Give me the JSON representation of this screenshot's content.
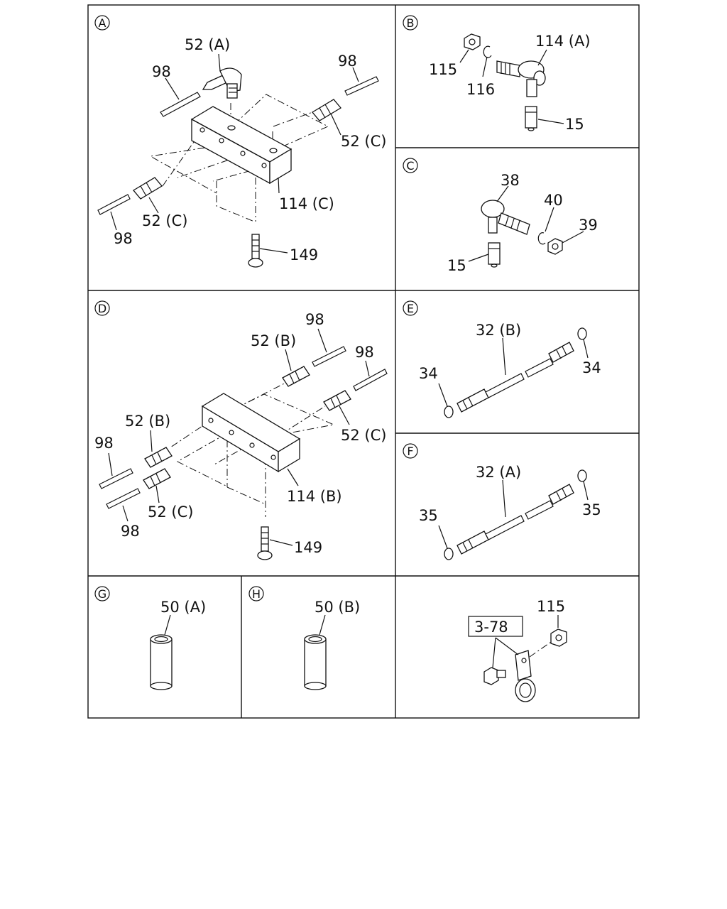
{
  "panels": [
    {
      "id": "A",
      "labels": [
        "52 (A)",
        "98",
        "98",
        "52 (C)",
        "114 (C)",
        "52 (C)",
        "98",
        "149"
      ]
    },
    {
      "id": "B",
      "labels": [
        "114 (A)",
        "115",
        "116",
        "15"
      ]
    },
    {
      "id": "C",
      "labels": [
        "38",
        "40",
        "39",
        "15"
      ]
    },
    {
      "id": "D",
      "labels": [
        "98",
        "52 (B)",
        "98",
        "52 (B)",
        "98",
        "52 (C)",
        "114 (B)",
        "52 (C)",
        "98",
        "149"
      ]
    },
    {
      "id": "E",
      "labels": [
        "32 (B)",
        "34",
        "34"
      ]
    },
    {
      "id": "F",
      "labels": [
        "32 (A)",
        "35",
        "35"
      ]
    },
    {
      "id": "G",
      "labels": [
        "50 (A)"
      ]
    },
    {
      "id": "H",
      "labels": [
        "50 (B)"
      ]
    },
    {
      "id": "",
      "labels": [
        "115",
        "3-78"
      ]
    }
  ]
}
